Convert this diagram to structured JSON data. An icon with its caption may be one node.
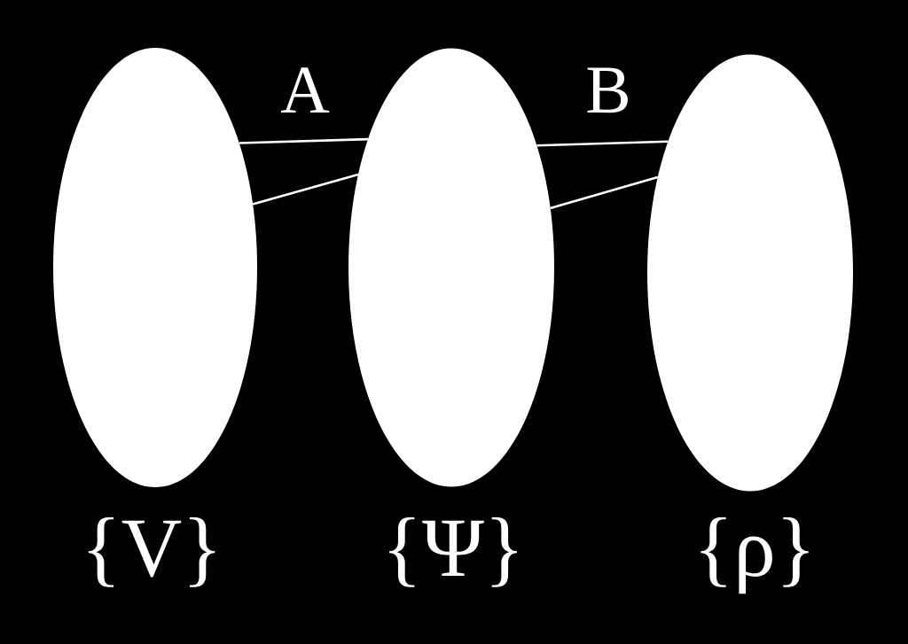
{
  "diagram": {
    "nodes": [
      {
        "text": [
          "{V}"
        ]
      },
      {
        "text": [
          "{Ψ}"
        ]
      },
      {
        "text": [
          "{ρ}"
        ]
      }
    ],
    "edges": [
      {
        "from": 0,
        "to": 1,
        "arrow": "none",
        "label": "A"
      },
      {
        "from": 0,
        "to": 1,
        "arrow": "none"
      },
      {
        "from": 1,
        "to": 2,
        "arrow": "none",
        "label": "B"
      },
      {
        "from": 1,
        "to": 2,
        "arrow": "none"
      }
    ]
  }
}
